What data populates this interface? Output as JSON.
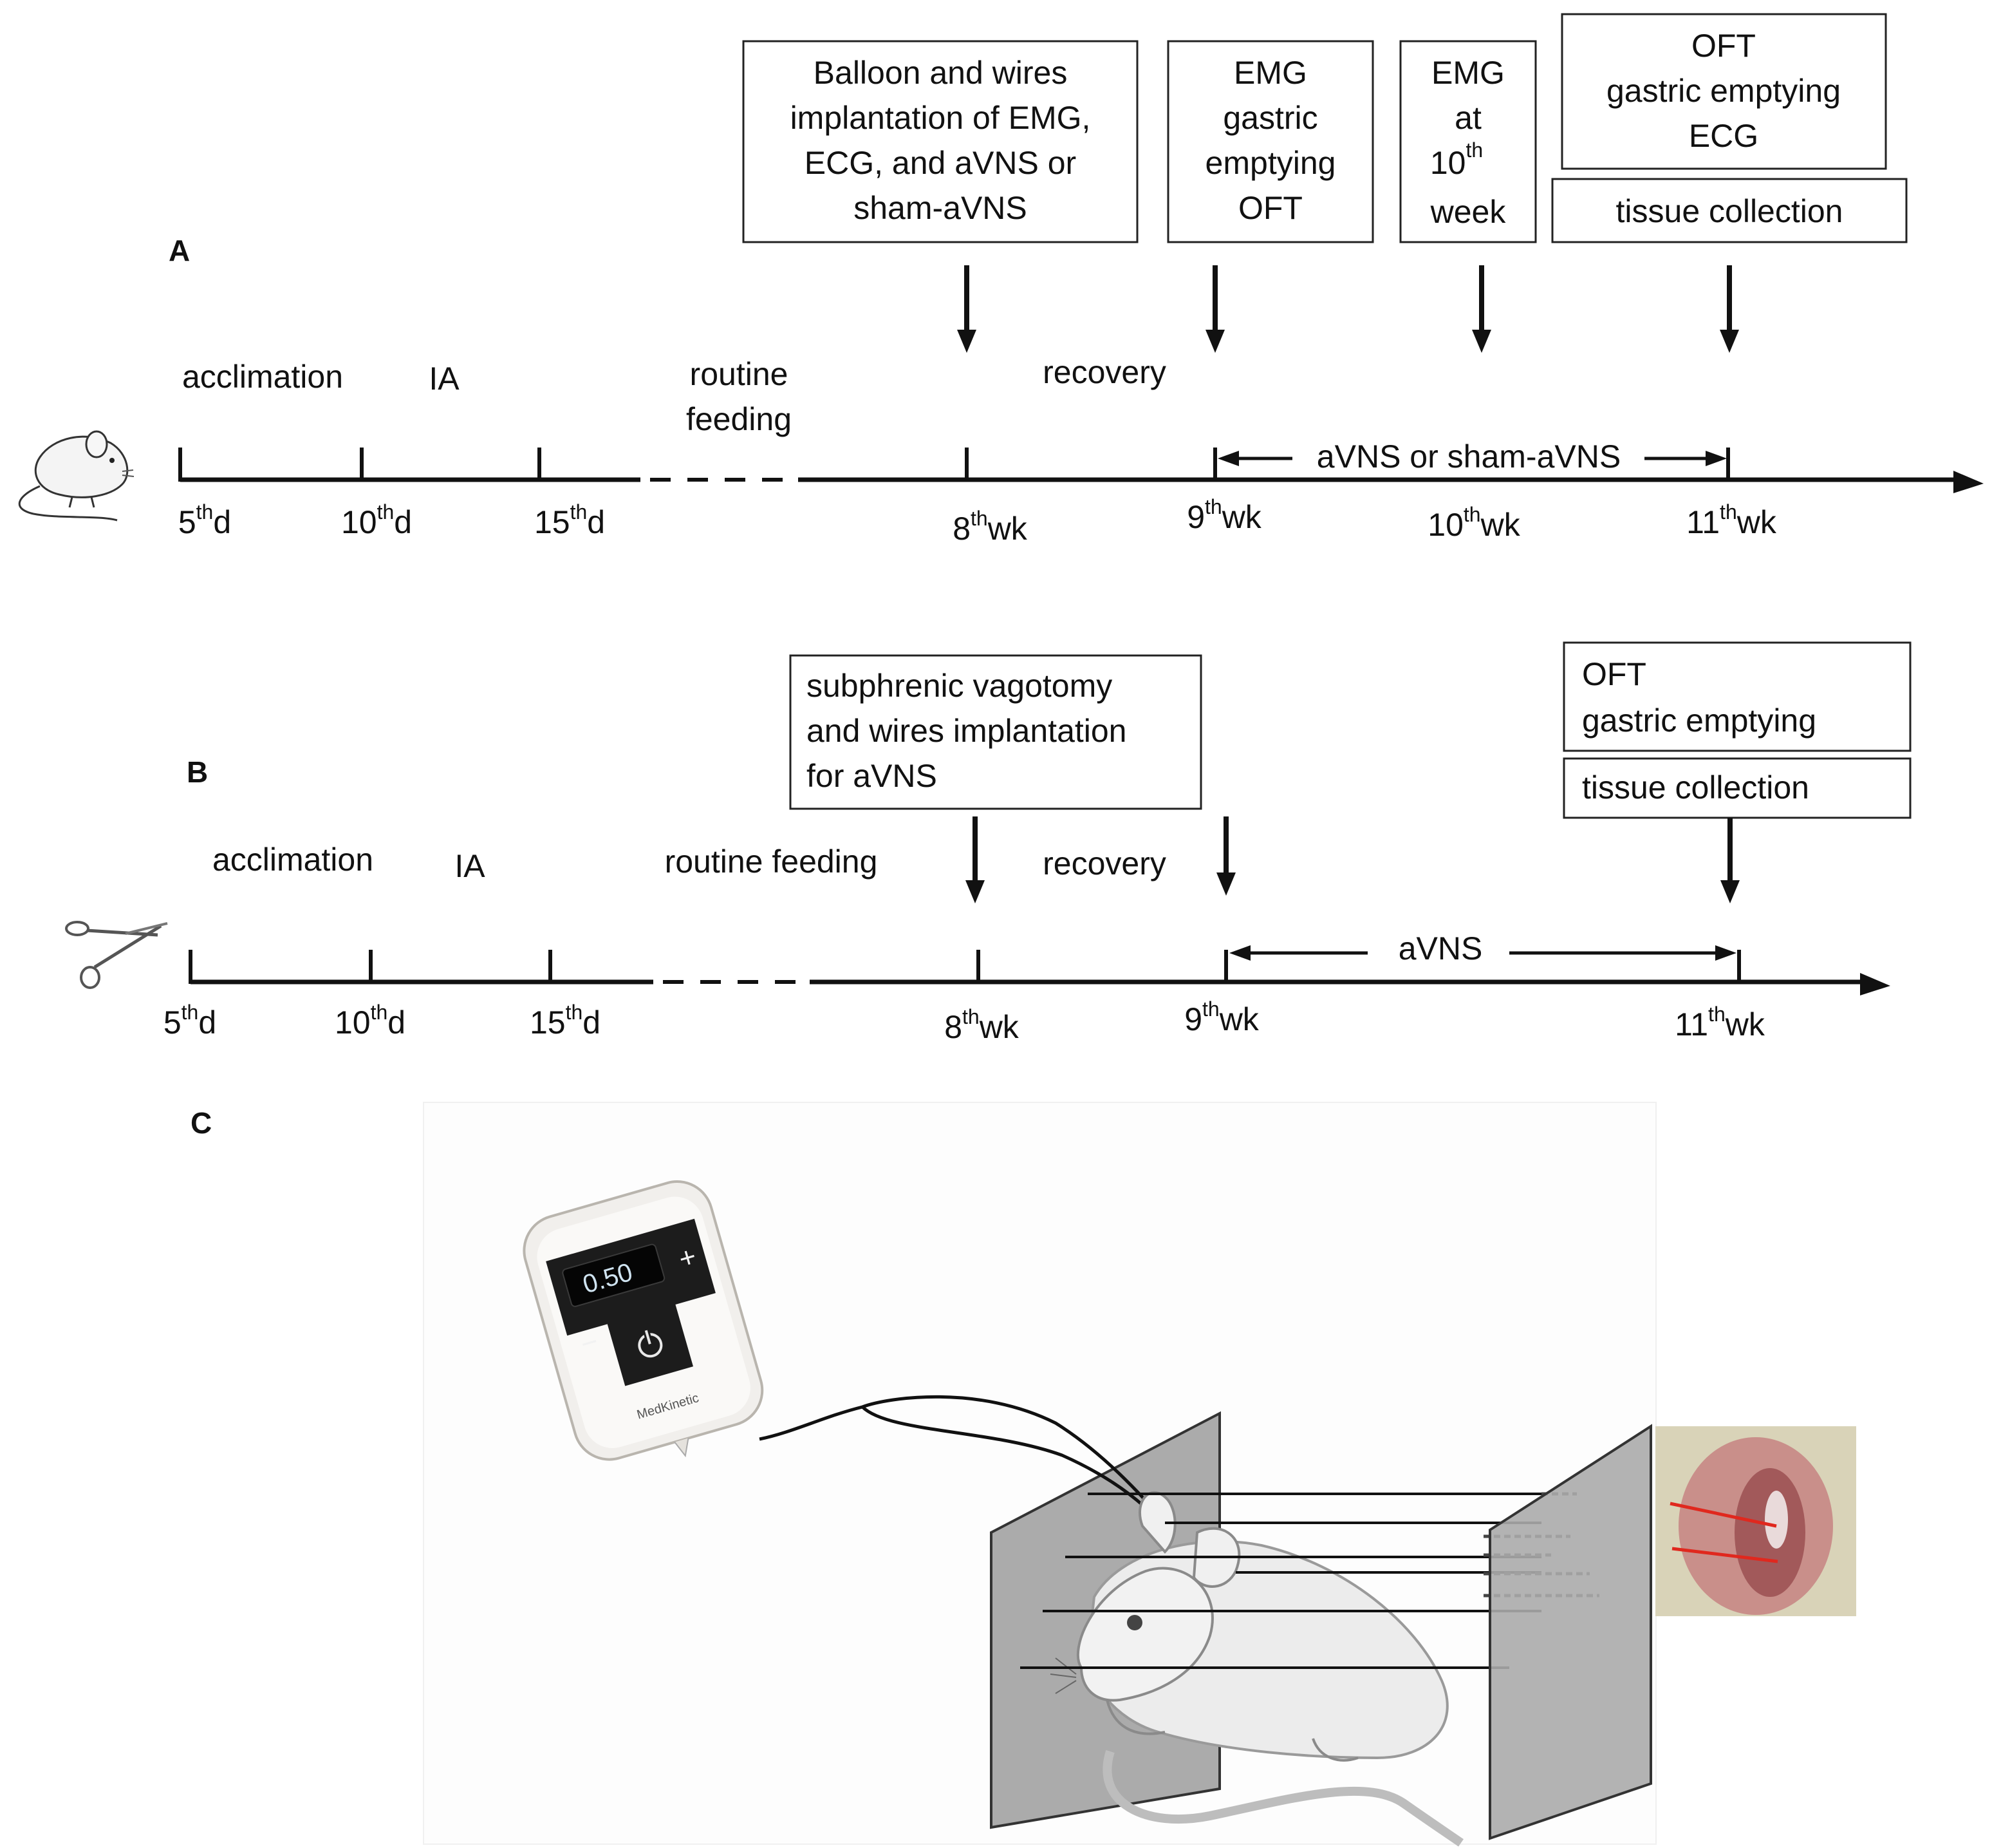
{
  "panels": {
    "a": "A",
    "b": "B",
    "c": "C"
  },
  "timeline_a": {
    "boxes": {
      "surgery": [
        "Balloon and wires",
        "implantation of EMG,",
        "ECG, and aVNS or",
        "sham-aVNS"
      ],
      "week9": [
        "EMG",
        "gastric",
        "emptying",
        "OFT"
      ],
      "week10": [
        "EMG",
        "at",
        "10",
        "th",
        "week"
      ],
      "week11": [
        "OFT",
        "gastric emptying",
        "ECG"
      ],
      "tissue": "tissue collection"
    },
    "phases": {
      "acclimation": "acclimation",
      "ia": "IA",
      "routine1": "routine",
      "routine2": "feeding",
      "recovery": "recovery",
      "stim": "aVNS or sham-aVNS"
    },
    "ticks": [
      {
        "num": "5",
        "sup": "th",
        "unit": "d"
      },
      {
        "num": "10",
        "sup": "th",
        "unit": "d"
      },
      {
        "num": "15",
        "sup": "th",
        "unit": "d"
      },
      {
        "num": "8",
        "sup": "th",
        "unit": "wk"
      },
      {
        "num": "9",
        "sup": "th",
        "unit": "wk"
      },
      {
        "num": "10",
        "sup": "th",
        "unit": "wk"
      },
      {
        "num": "11",
        "sup": "th",
        "unit": "wk"
      }
    ]
  },
  "timeline_b": {
    "boxes": {
      "surgery": [
        "subphrenic vagotomy",
        "and wires implantation",
        "for aVNS"
      ],
      "week11": [
        "OFT",
        "gastric emptying"
      ],
      "tissue": "tissue collection"
    },
    "phases": {
      "acclimation": "acclimation",
      "ia": "IA",
      "routine": "routine feeding",
      "recovery": "recovery",
      "stim": "aVNS"
    },
    "ticks": [
      {
        "num": "5",
        "sup": "th",
        "unit": "d"
      },
      {
        "num": "10",
        "sup": "th",
        "unit": "d"
      },
      {
        "num": "15",
        "sup": "th",
        "unit": "d"
      },
      {
        "num": "8",
        "sup": "th",
        "unit": "wk"
      },
      {
        "num": "9",
        "sup": "th",
        "unit": "wk"
      },
      {
        "num": "11",
        "sup": "th",
        "unit": "wk"
      }
    ]
  },
  "device": {
    "reading": "0.50",
    "brand": "MedKinetic",
    "plus": "+",
    "minus": "−"
  },
  "colors": {
    "cage_panel": "#a9a9a9",
    "device_body": "#f1efec",
    "device_screen": "#1c1c1c",
    "screen_text": "#cfe3f0",
    "ear_photo": "#c98f8a",
    "needle": "#e0281e"
  },
  "icons": {
    "mouse": "mouse-icon",
    "scissors": "scissors-icon",
    "device": "stimulator-device",
    "ear": "ear-photo"
  }
}
